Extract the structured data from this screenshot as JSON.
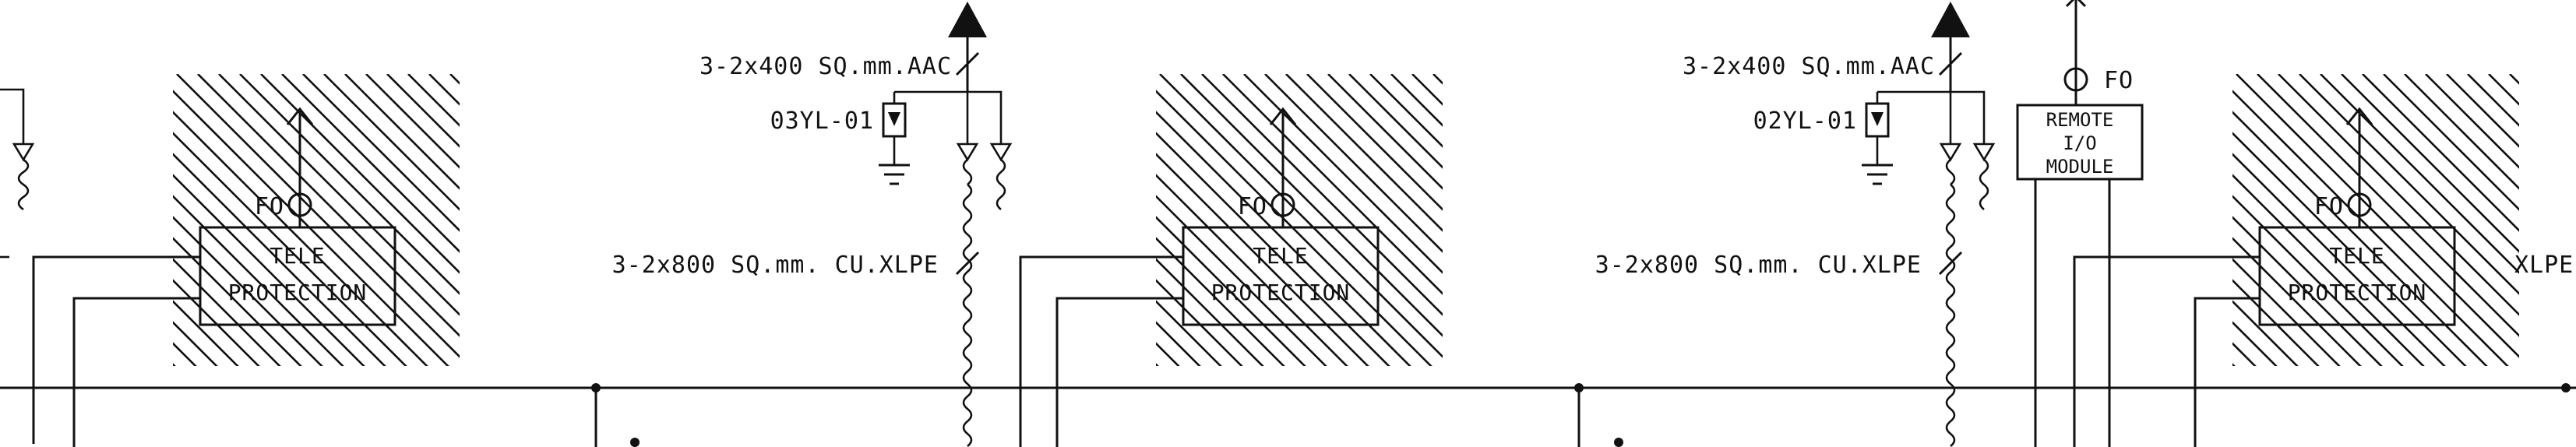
{
  "colors": {
    "ink": "#111111",
    "background": "#ffffff"
  },
  "bays": [
    {
      "overhead_cable": "3-2x400 SQ.mm.AAC",
      "arrester_tag": "03YL-01",
      "underground_cable": "3-2x800 SQ.mm. CU.XLPE",
      "teleprotection": {
        "line1": "TELE",
        "line2": "PROTECTION",
        "fibre": "FO"
      }
    },
    {
      "overhead_cable": "3-2x400 SQ.mm.AAC",
      "arrester_tag": "02YL-01",
      "underground_cable": "3-2x800 SQ.mm. CU.XLPE",
      "teleprotection": {
        "line1": "TELE",
        "line2": "PROTECTION",
        "fibre": "FO"
      },
      "remote_io": {
        "line1": "REMOTE",
        "line2": "I/O",
        "line3": "MODULE",
        "fibre": "FO"
      }
    },
    {
      "underground_cable_partial": "XLPE",
      "teleprotection": {
        "line1": "TELE",
        "line2": "PROTECTION",
        "fibre": "FO"
      }
    }
  ]
}
